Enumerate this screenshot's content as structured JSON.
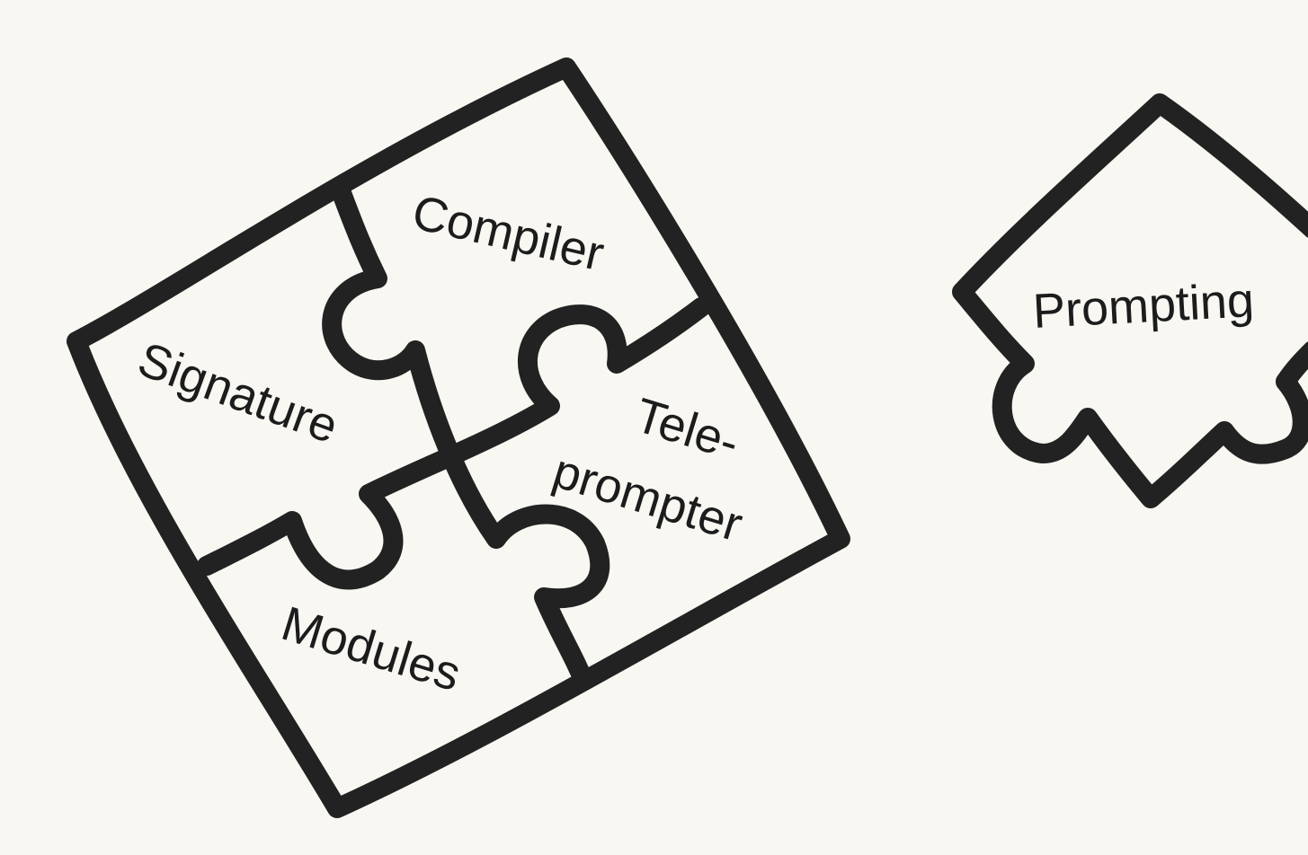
{
  "puzzle": {
    "pieces": [
      "Compiler",
      "Signature",
      "Tele-",
      "prompter",
      "Modules"
    ]
  },
  "loose_piece": {
    "label": "Prompting"
  },
  "colors": {
    "background": "#f8f7f2",
    "ink": "#222222"
  }
}
